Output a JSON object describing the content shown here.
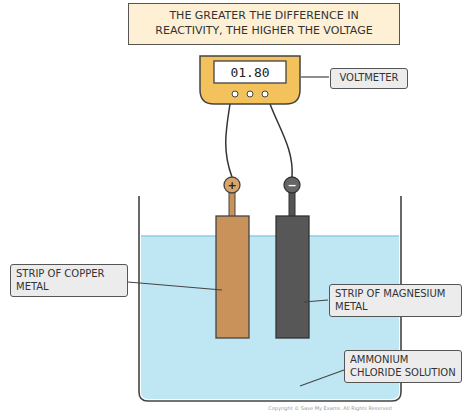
{
  "diagram": {
    "title": "THE GREATER THE DIFFERENCE IN REACTIVITY, THE HIGHER THE VOLTAGE",
    "nodes": [
      {
        "text": [
          "VOLTMETER"
        ]
      },
      {
        "text": [
          "STRIP OF COPPER METAL"
        ]
      },
      {
        "text": [
          "STRIP OF MAGNESIUM METAL"
        ]
      },
      {
        "text": [
          "AMMONIUM CHLORIDE SOLUTION"
        ]
      }
    ],
    "labels": [
      "01.80",
      "+",
      "−",
      "Copyright © Save My Exams. All Rights Reserved"
    ]
  }
}
